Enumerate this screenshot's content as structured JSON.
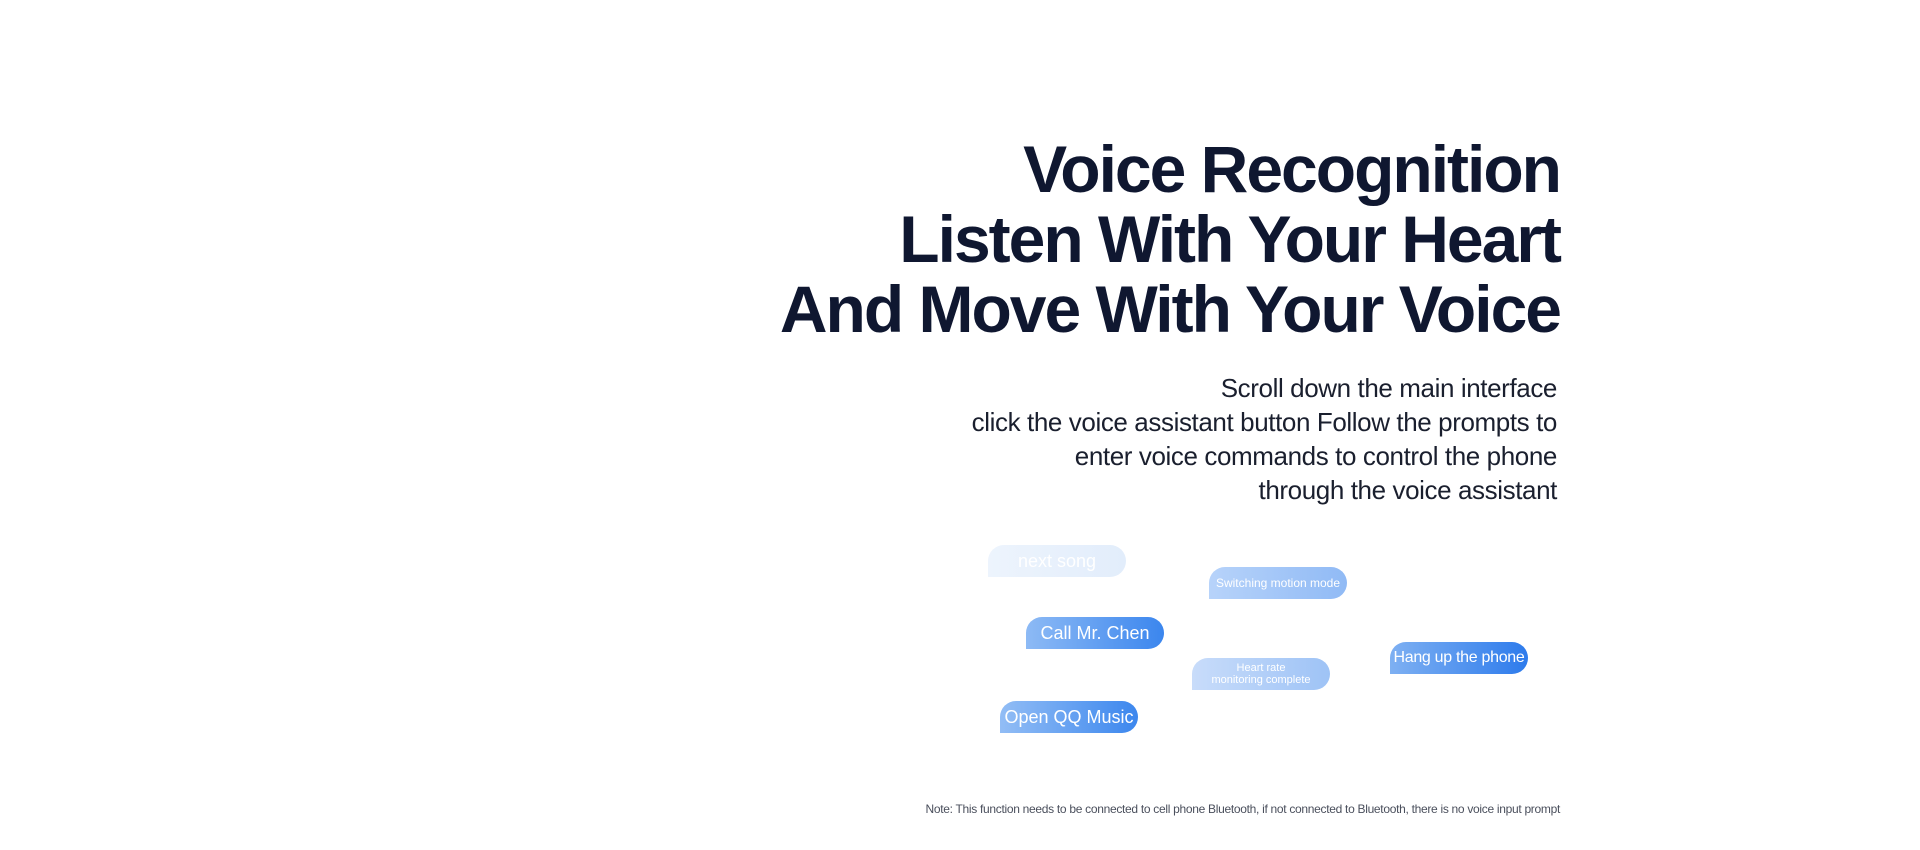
{
  "headline": {
    "lines": [
      "Voice Recognition",
      "Listen With Your Heart",
      "And Move With Your Voice"
    ]
  },
  "description": {
    "lines": [
      "Scroll down the main interface",
      "click the voice assistant button Follow the prompts to",
      "enter voice commands to control the phone",
      "through the voice assistant"
    ]
  },
  "voice_commands": {
    "next_song": "next song",
    "switching_motion_mode": "Switching motion mode",
    "call_mr_chen": "Call Mr. Chen",
    "heart_rate_line1": "Heart rate",
    "heart_rate_line2": "monitoring complete",
    "hang_up_phone": "Hang up the phone",
    "open_qq_music": "Open QQ Music"
  },
  "note": "Note: This function needs to be connected to cell phone Bluetooth, if not connected to Bluetooth, there is no voice input prompt",
  "colors": {
    "heading": "#0f1730",
    "body_text": "#1a1f2e",
    "bubble_blue": "#3b86ee",
    "bubble_light": "#e2edfb",
    "background": "#ffffff"
  }
}
